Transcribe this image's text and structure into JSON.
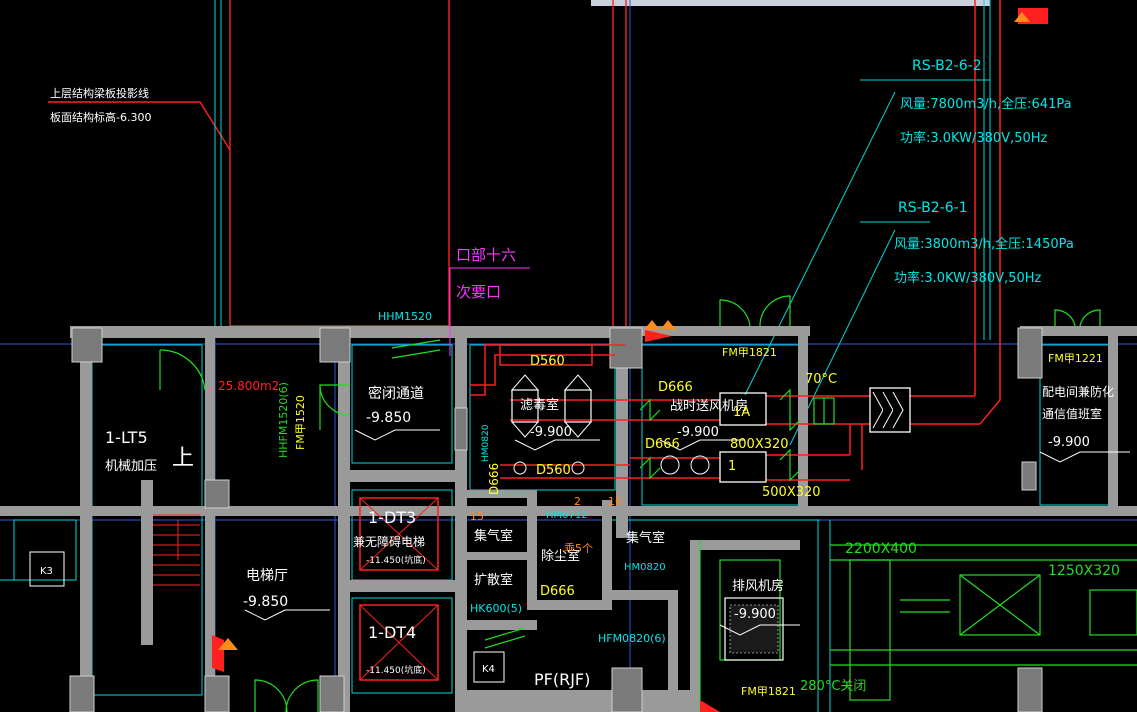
{
  "colors": {
    "background": "#000000",
    "wall": "#9a9a9a",
    "red": "#ff2020",
    "cyan": "#00e6e6",
    "green": "#22dd22",
    "white": "#ffffff",
    "magenta": "#ff33ff",
    "yellow": "#ffff22",
    "orange": "#ff8c1a"
  },
  "annotations": {
    "upper_beam_1": "上层结构梁板投影线",
    "upper_beam_2": "板面结构标高-6.300",
    "hhm1520": "HHM1520",
    "magenta_1": "口部十六",
    "magenta_2": "次要口",
    "rs1_title": "RS-B2-6-2",
    "rs1_flow": "风量:7800m3/h,全压:641Pa",
    "rs1_power": "功率:3.0KW/380V,50Hz",
    "rs2_title": "RS-B2-6-1",
    "rs2_flow": "风量:3800m3/h,全压:1450Pa",
    "rs2_power": "功率:3.0KW/380V,50Hz"
  },
  "rooms": {
    "lt15_name": "1-LT5",
    "lt15_sub": "机械加压",
    "up": "上",
    "area": "25.800m2",
    "hhfm": "HHFM1520(6)",
    "fmj1520": "FM甲1520",
    "corridor_name": "密闭通道",
    "corridor_level": "-9.850",
    "hm": "HM0820",
    "filter_name": "滤毒室",
    "filter_level": "-9.900",
    "fanroom_name": "战时送风机房",
    "fanroom_level": "-9.900",
    "fmj1821_top": "FM甲1821",
    "d560_top": "D560",
    "d560_bottom": "D560",
    "d666_1": "D666",
    "d666_2": "D666",
    "d666_3": "D666",
    "duct_800": "800X320",
    "duct_500": "500X320",
    "temp_70": "70°C",
    "fan_1a": "1A",
    "fan_1": "1",
    "dt3_name": "1-DT3",
    "dt3_sub": "兼无障碍电梯",
    "dt3_level": "-11.450(坑底)",
    "dt4_name": "1-DT4",
    "dt4_level": "-11.450(坑底)",
    "hall_name": "电梯厅",
    "hall_level": "-9.850",
    "collect1": "集气室",
    "collect2": "集气室",
    "diffuse": "扩散室",
    "dust": "除尘室",
    "hk600": "HK600(5)",
    "hm0712": "HM0712",
    "hm0820b": "HM0820",
    "hfm0820": "HFM0820(6)",
    "pf": "PF(RJF)",
    "exhaust_name": "排风机房",
    "exhaust_level": "-9.900",
    "fmj1821_bot": "FM甲1821",
    "temp_280": "280°C关闭",
    "fmj1221": "FM甲1221",
    "power_room_1": "配电间兼防化",
    "power_room_2": "通信值班室",
    "power_level": "-9.900",
    "duct_2200": "2200X400",
    "duct_1250": "1250X320",
    "k3": "K3",
    "k4": "K4",
    "n15": "15",
    "n2": "2",
    "n16": "16",
    "n5": "乖5个"
  }
}
